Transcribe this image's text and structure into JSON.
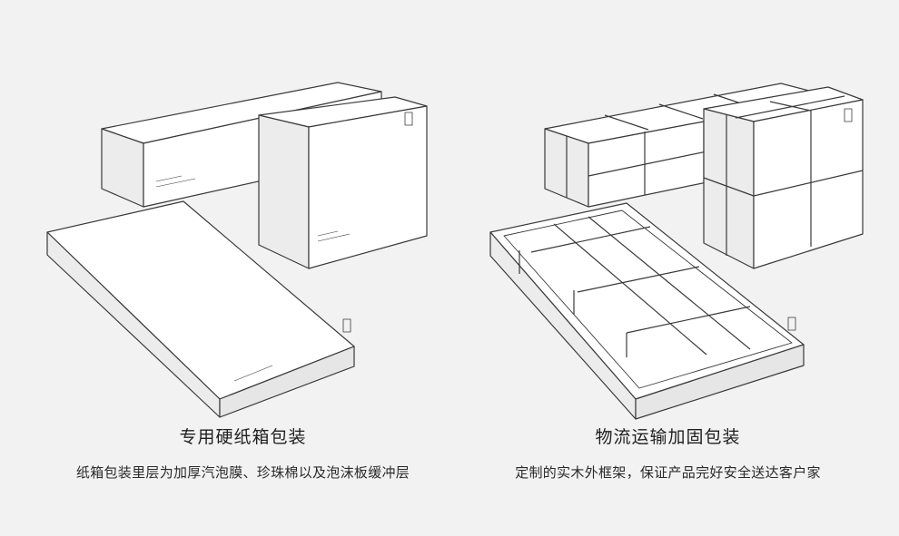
{
  "left": {
    "title": "专用硬纸箱包装",
    "description": "纸箱包装里层为加厚汽泡膜、珍珠棉以及泡沫板缓冲层"
  },
  "right": {
    "title": "物流运输加固包装",
    "description": "定制的实木外框架，保证产品完好安全送达客户家"
  },
  "colors": {
    "background": "#f2f2f2",
    "box_face": "#ffffff",
    "box_side": "#ececec",
    "outline": "#3a3a3a"
  }
}
